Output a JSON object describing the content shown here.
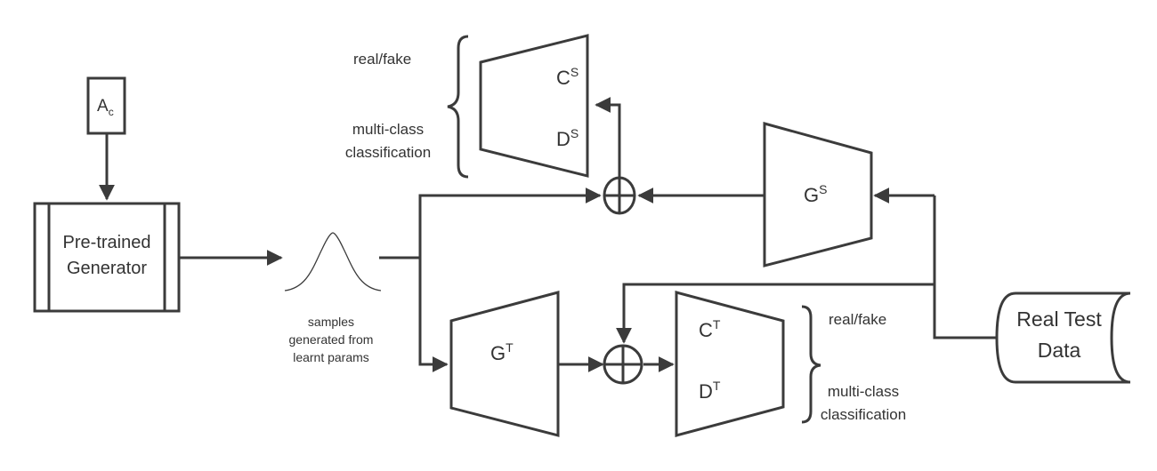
{
  "nodes": {
    "attribute": {
      "base": "A",
      "sub": "c"
    },
    "pretrained_generator": {
      "line1": "Pre-trained",
      "line2": "Generator"
    },
    "samples": {
      "line1": "samples",
      "line2": "generated from",
      "line3": "learnt params"
    },
    "source_discriminator": {
      "c_base": "C",
      "c_sup": "S",
      "d_base": "D",
      "d_sup": "S",
      "label_real_fake": "real/fake",
      "label_multiclass_1": "multi-class",
      "label_multiclass_2": "classification"
    },
    "source_generator": {
      "base": "G",
      "sup": "S"
    },
    "target_generator": {
      "base": "G",
      "sup": "T"
    },
    "target_discriminator": {
      "c_base": "C",
      "c_sup": "T",
      "d_base": "D",
      "d_sup": "T",
      "label_real_fake": "real/fake",
      "label_multiclass_1": "multi-class",
      "label_multiclass_2": "classification"
    },
    "real_test_data": {
      "line1": "Real Test",
      "line2": "Data"
    }
  }
}
